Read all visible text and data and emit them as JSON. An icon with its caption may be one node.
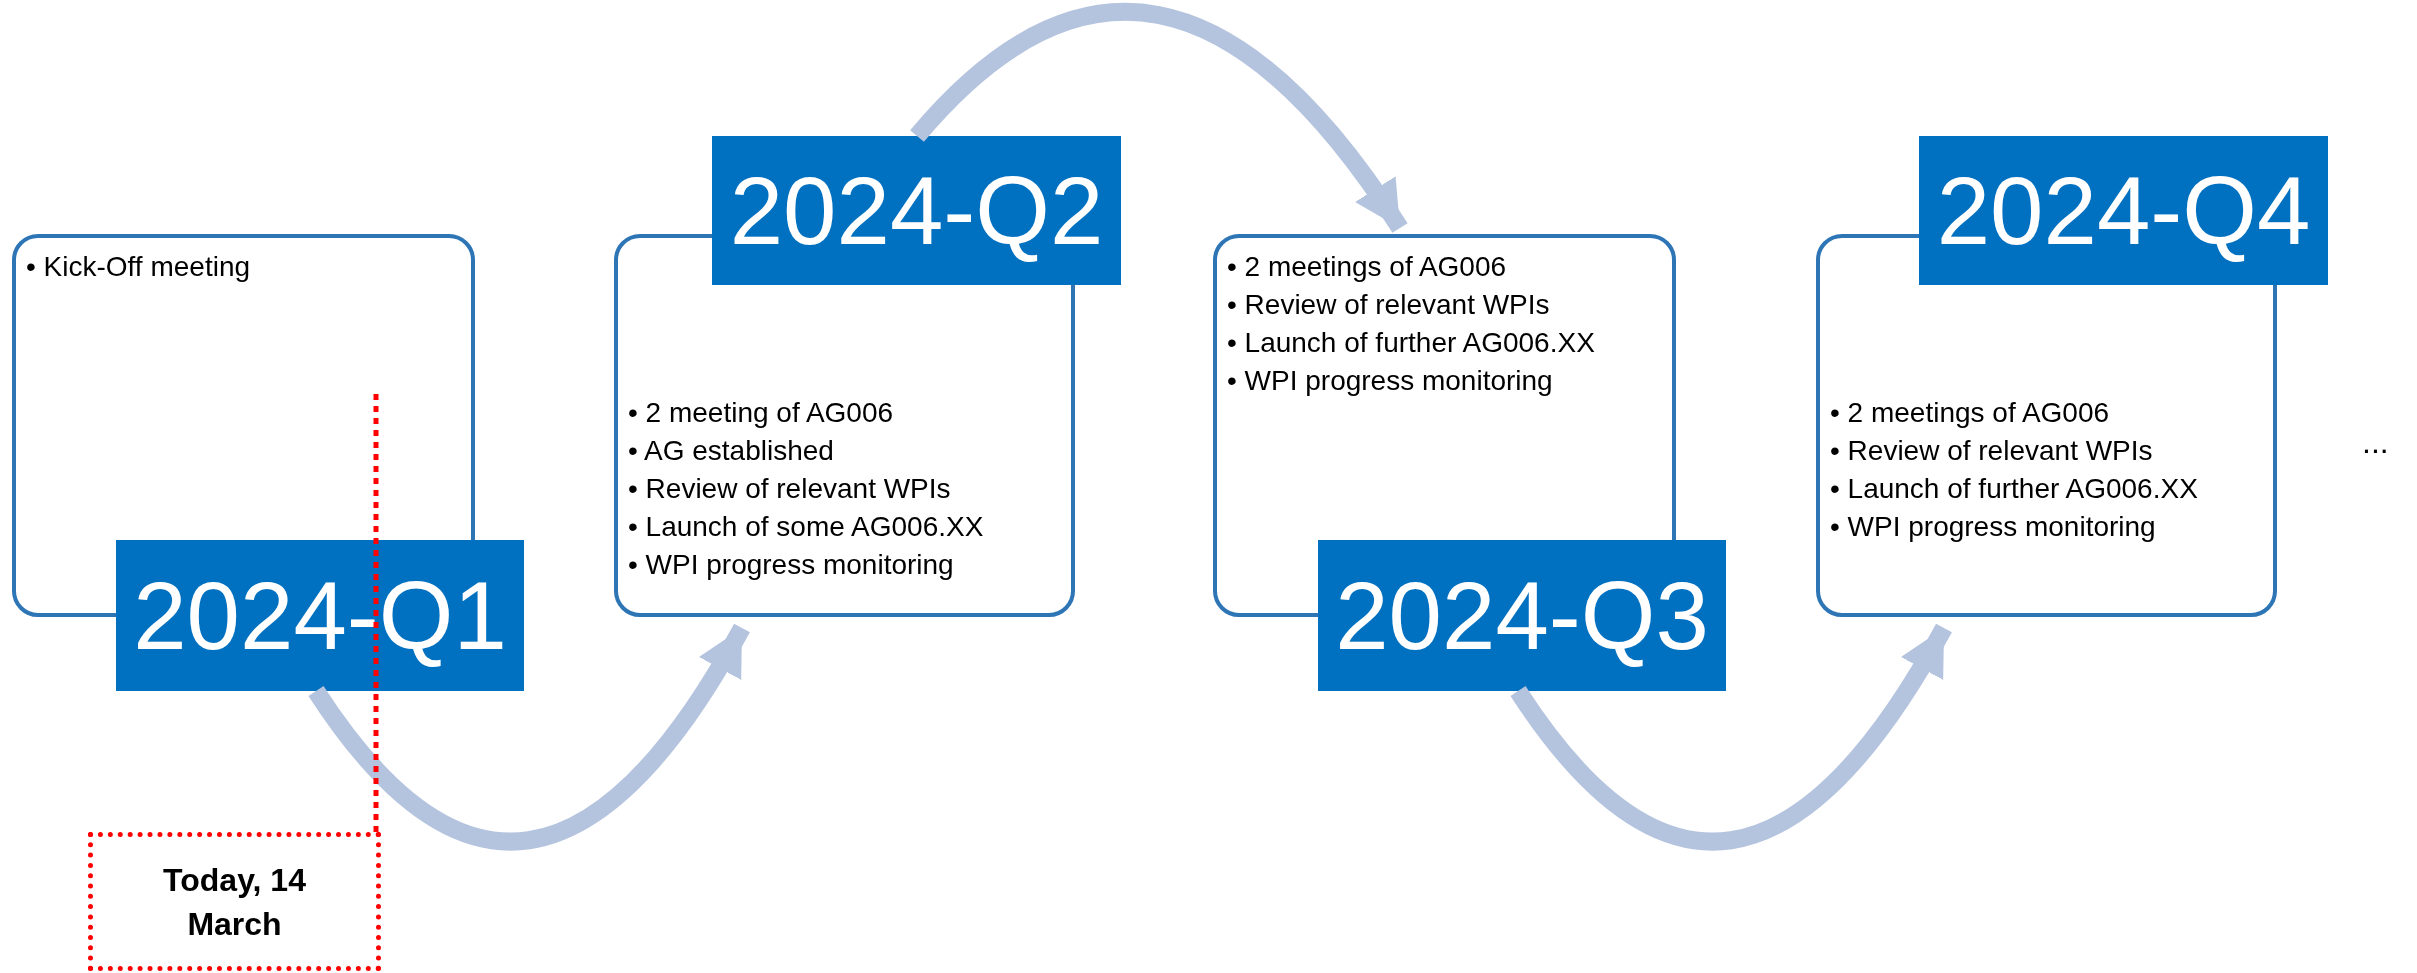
{
  "diagram": {
    "nodes": [
      {
        "text": [
          "• Kick-Off meeting",
          "2024-Q1"
        ]
      },
      {
        "text": [
          "2024-Q2",
          "• 2 meeting of AG006",
          "• AG established",
          "• Review of relevant WPIs",
          "• Launch of some AG006.XX",
          "• WPI progress monitoring"
        ]
      },
      {
        "text": [
          "• 2 meetings of AG006",
          "• Review of relevant WPIs",
          "• Launch of further AG006.XX",
          "• WPI progress monitoring",
          "2024-Q3"
        ]
      },
      {
        "text": [
          "2024-Q4",
          "• 2 meetings of AG006",
          "• Review of relevant WPIs",
          "• Launch of further AG006.XX",
          "• WPI progress monitoring"
        ]
      },
      {
        "text": [
          "Today, 14 March"
        ]
      }
    ],
    "edges": [
      {
        "from": 0,
        "to": 1,
        "arrow": "to"
      },
      {
        "from": 1,
        "to": 2,
        "arrow": "to"
      },
      {
        "from": 2,
        "to": 3,
        "arrow": "to"
      },
      {
        "from": 4,
        "to": 0,
        "arrow": "none",
        "style": "dashed",
        "color": "#ff0000"
      }
    ],
    "labels": [
      "..."
    ]
  }
}
